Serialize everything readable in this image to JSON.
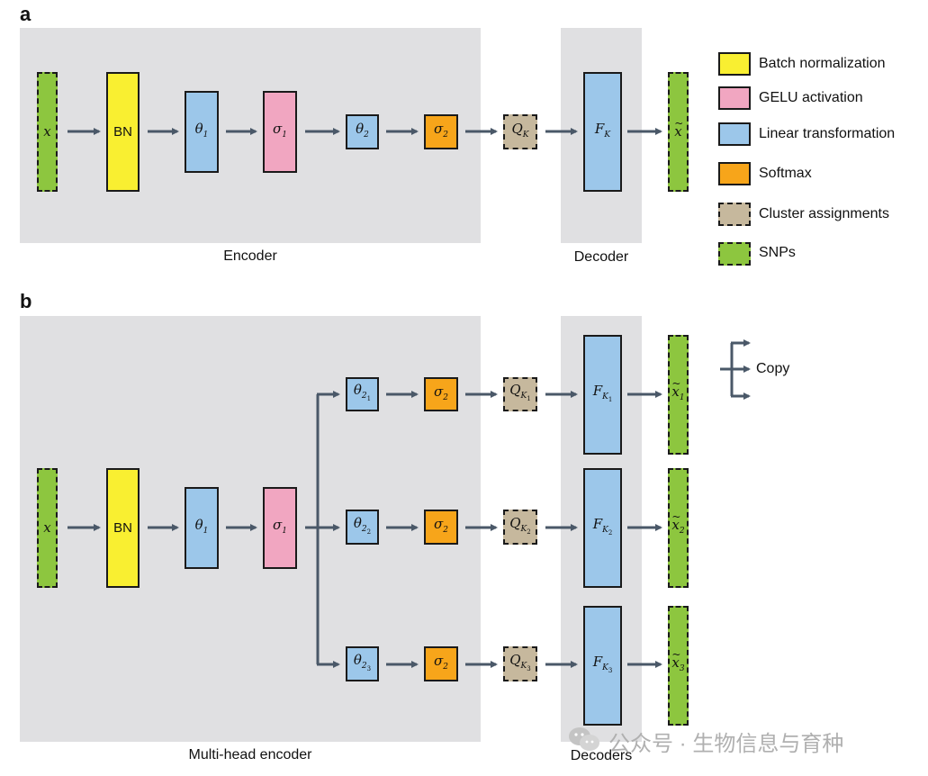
{
  "panel_a": {
    "letter": "a",
    "encoder_label": "Encoder",
    "decoder_label": "Decoder",
    "nodes": {
      "x": "x",
      "bn": "BN",
      "theta1": {
        "sym": "θ",
        "sub": "1"
      },
      "sigma1": {
        "sym": "σ",
        "sub": "1"
      },
      "theta2": {
        "sym": "θ",
        "sub": "2"
      },
      "sigma2": {
        "sym": "σ",
        "sub": "2"
      },
      "q": {
        "sym": "Q",
        "sub": "K"
      },
      "f": {
        "sym": "F",
        "sub": "K"
      },
      "xhat": {
        "sym": "x",
        "tilde": "~"
      }
    }
  },
  "panel_b": {
    "letter": "b",
    "encoder_label": "Multi-head encoder",
    "decoder_label": "Decoders",
    "copy_label": "Copy",
    "nodes": {
      "x": "x",
      "bn": "BN",
      "theta1": {
        "sym": "θ",
        "sub": "1"
      },
      "sigma1": {
        "sym": "σ",
        "sub": "1"
      }
    },
    "heads": [
      {
        "theta": {
          "sym": "θ",
          "sub": "2",
          "subsub": "1"
        },
        "sigma": {
          "sym": "σ",
          "sub": "2"
        },
        "q": {
          "sym": "Q",
          "sub": "K",
          "subsub": "1"
        },
        "f": {
          "sym": "F",
          "sub": "K",
          "subsub": "1"
        },
        "xhat": {
          "sym": "x",
          "tilde": "~",
          "sub": "1"
        }
      },
      {
        "theta": {
          "sym": "θ",
          "sub": "2",
          "subsub": "2"
        },
        "sigma": {
          "sym": "σ",
          "sub": "2"
        },
        "q": {
          "sym": "Q",
          "sub": "K",
          "subsub": "2"
        },
        "f": {
          "sym": "F",
          "sub": "K",
          "subsub": "2"
        },
        "xhat": {
          "sym": "x",
          "tilde": "~",
          "sub": "2"
        }
      },
      {
        "theta": {
          "sym": "θ",
          "sub": "2",
          "subsub": "3"
        },
        "sigma": {
          "sym": "σ",
          "sub": "2"
        },
        "q": {
          "sym": "Q",
          "sub": "K",
          "subsub": "3"
        },
        "f": {
          "sym": "F",
          "sub": "K",
          "subsub": "3"
        },
        "xhat": {
          "sym": "x",
          "tilde": "~",
          "sub": "3"
        }
      }
    ]
  },
  "legend": [
    {
      "label": "Batch normalization",
      "color": "#f9ef31",
      "style": "solid"
    },
    {
      "label": "GELU activation",
      "color": "#f1a6c1",
      "style": "solid"
    },
    {
      "label": "Linear transformation",
      "color": "#9cc7ea",
      "style": "solid"
    },
    {
      "label": "Softmax",
      "color": "#f7a51a",
      "style": "solid"
    },
    {
      "label": "Cluster assignments",
      "color": "#c6b89d",
      "style": "dashed"
    },
    {
      "label": "SNPs",
      "color": "#8dc63f",
      "style": "dashed"
    }
  ],
  "colors": {
    "arrow": "#4a5868",
    "region": "#e0e0e2"
  },
  "watermark": "公众号 · 生物信息与育种"
}
